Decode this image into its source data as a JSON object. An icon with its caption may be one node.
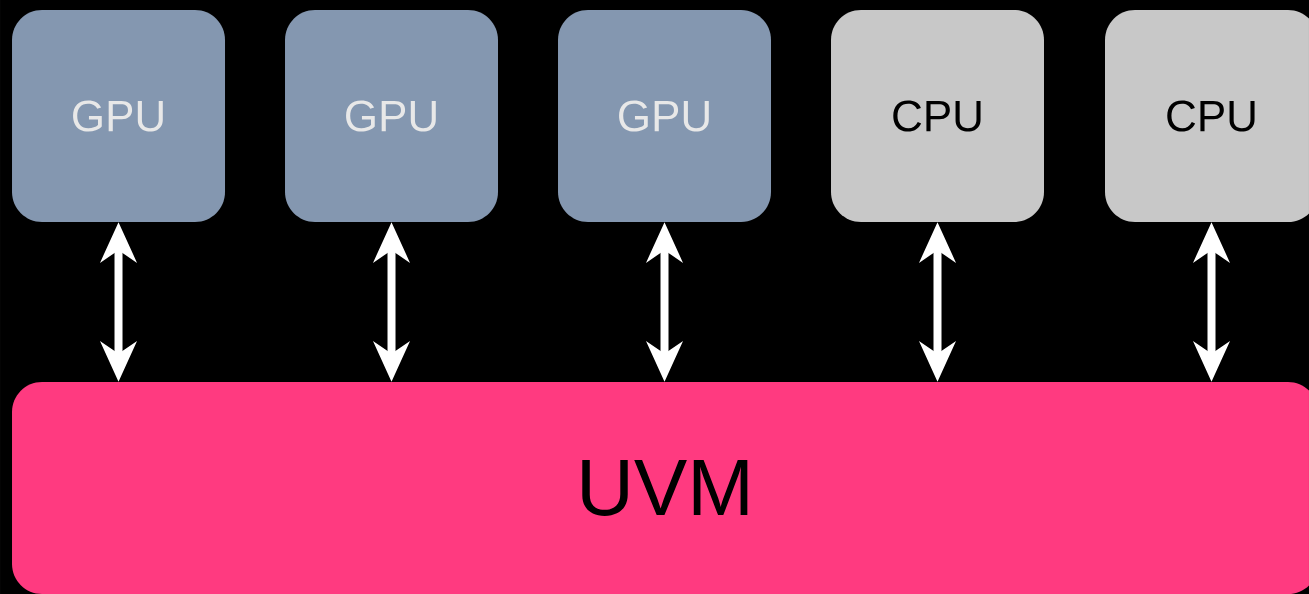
{
  "diagram": {
    "nodes": [
      {
        "text": [
          "GPU"
        ]
      },
      {
        "text": [
          "GPU"
        ]
      },
      {
        "text": [
          "GPU"
        ]
      },
      {
        "text": [
          "CPU"
        ]
      },
      {
        "text": [
          "CPU"
        ]
      },
      {
        "text": [
          "UVM"
        ]
      }
    ],
    "edges": [
      {
        "from": 0,
        "to": 5,
        "arrow": "both"
      },
      {
        "from": 1,
        "to": 5,
        "arrow": "both"
      },
      {
        "from": 2,
        "to": 5,
        "arrow": "both"
      },
      {
        "from": 3,
        "to": 5,
        "arrow": "both"
      },
      {
        "from": 4,
        "to": 5,
        "arrow": "both"
      }
    ]
  }
}
